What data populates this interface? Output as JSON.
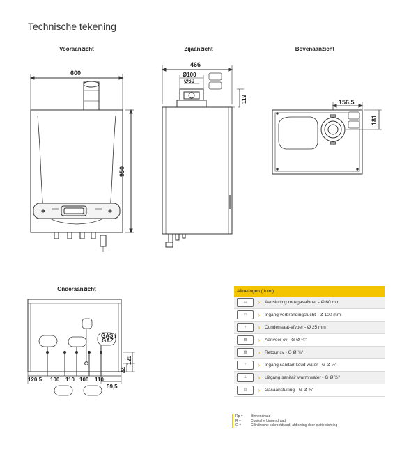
{
  "page": {
    "title": "Technische tekening"
  },
  "views": {
    "front": "Vooraanzicht",
    "side": "Zijaanzicht",
    "top": "Bovenaanzicht",
    "bottom": "Onderaanzicht"
  },
  "dims": {
    "front_width": "600",
    "front_height": "950",
    "side_width": "466",
    "side_d100": "Ø100",
    "side_d60": "Ø60",
    "side_119": "119",
    "top_156": "156,5",
    "top_181": "181",
    "bottom": [
      "120,5",
      "100",
      "110",
      "100",
      "110"
    ],
    "bottom_59": "59,5",
    "bottom_44": "44",
    "bottom_120": "120",
    "gas_label_1": "GAS /",
    "gas_label_2": "GAZ"
  },
  "table": {
    "header": "Afmetingen (duim)",
    "rows": [
      {
        "icon": "flue-icon",
        "text": "Aansluiting rookgasafvoer - Ø 60 mm"
      },
      {
        "icon": "air-intake-icon",
        "text": "Ingang verbrandingslucht - Ø 100 mm"
      },
      {
        "icon": "condensate-icon",
        "text": "Condensaat-afvoer - Ø 25 mm"
      },
      {
        "icon": "supply-icon",
        "text": "Aanvoer cv - G Ø ¾\""
      },
      {
        "icon": "return-icon",
        "text": "Retour cv - G Ø ¾\""
      },
      {
        "icon": "cold-water-icon",
        "text": "Ingang sanitair koud water - G Ø ½\""
      },
      {
        "icon": "hot-water-icon",
        "text": "Uitgang sanitair warm water - G Ø ½\""
      },
      {
        "icon": "gas-icon",
        "text": "Gasaansluiting - G Ø ¾\""
      }
    ]
  },
  "legend": [
    {
      "key": "Rp =",
      "value": "Binnendraad"
    },
    {
      "key": "R =",
      "value": "Conische binnendraad"
    },
    {
      "key": "G =",
      "value": "Cilindrische schroefdraad, afdichting door platte dichting"
    }
  ]
}
